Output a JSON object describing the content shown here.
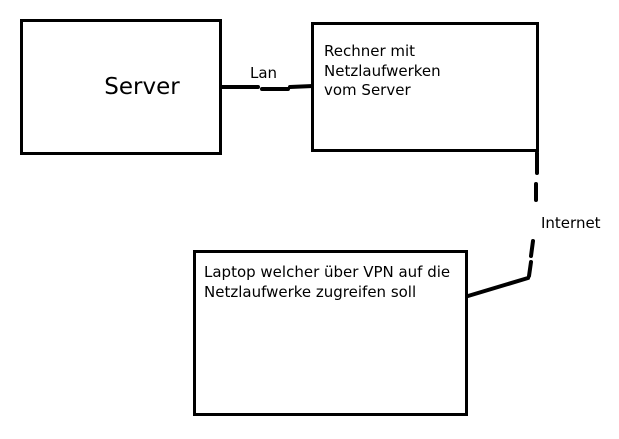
{
  "nodes": {
    "server": {
      "label": "Server"
    },
    "computer": {
      "label": "Rechner mit Netzlaufwerken\nvom Server"
    },
    "laptop": {
      "label": "Laptop welcher über VPN auf die\nNetzlaufwerke zugreifen soll"
    }
  },
  "edges": {
    "lan": {
      "label": "Lan",
      "style": "solid"
    },
    "internet": {
      "label": "Internet",
      "style": "dashed"
    }
  },
  "colors": {
    "stroke": "#000000",
    "background": "#ffffff"
  }
}
